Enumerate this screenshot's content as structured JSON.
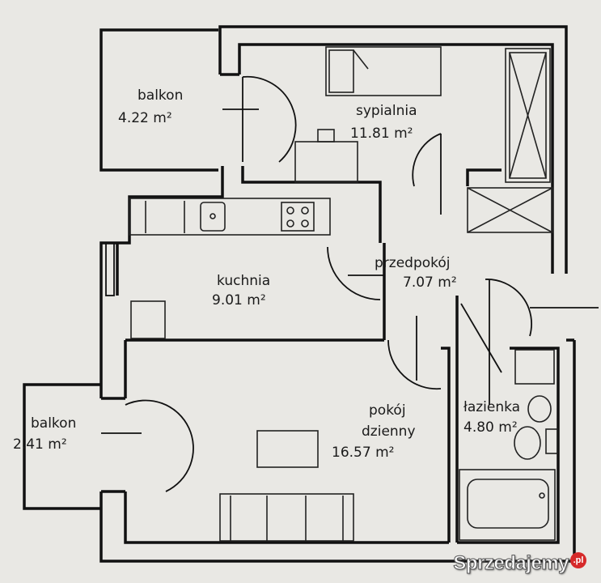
{
  "rooms": {
    "balkon_top": {
      "name": "balkon",
      "area": "4.22 m²"
    },
    "sypialnia": {
      "name": "sypialnia",
      "area": "11.81 m²"
    },
    "kuchnia": {
      "name": "kuchnia",
      "area": "9.01 m²"
    },
    "przedpokoj": {
      "name": "przedpokój",
      "area": "7.07 m²"
    },
    "lazienka": {
      "name": "łazienka",
      "area": "4.80 m²"
    },
    "pokoj_dzienny": {
      "name_line1": "pokój",
      "name_line2": "dzienny",
      "area": "16.57 m²"
    },
    "balkon_left": {
      "name": "balkon",
      "area": "2.41 m²"
    }
  },
  "watermark": {
    "text": "Sprzedajemy",
    "badge": ".pl"
  }
}
